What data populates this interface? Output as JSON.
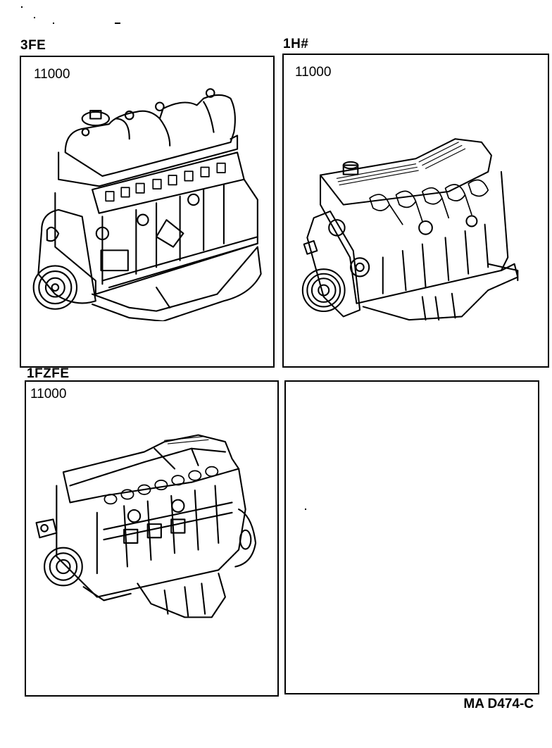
{
  "diagram": {
    "figure_code": "MA D474-C",
    "panels": [
      {
        "engine": "3FE",
        "part_number": "11000",
        "illustration": "engine-assembly-3fe"
      },
      {
        "engine": "1H#",
        "part_number": "11000",
        "illustration": "engine-assembly-1h"
      },
      {
        "engine": "1FZFE",
        "part_number": "11000",
        "illustration": "engine-assembly-1fzfe"
      },
      {
        "engine": "",
        "part_number": "",
        "illustration": ""
      }
    ]
  }
}
